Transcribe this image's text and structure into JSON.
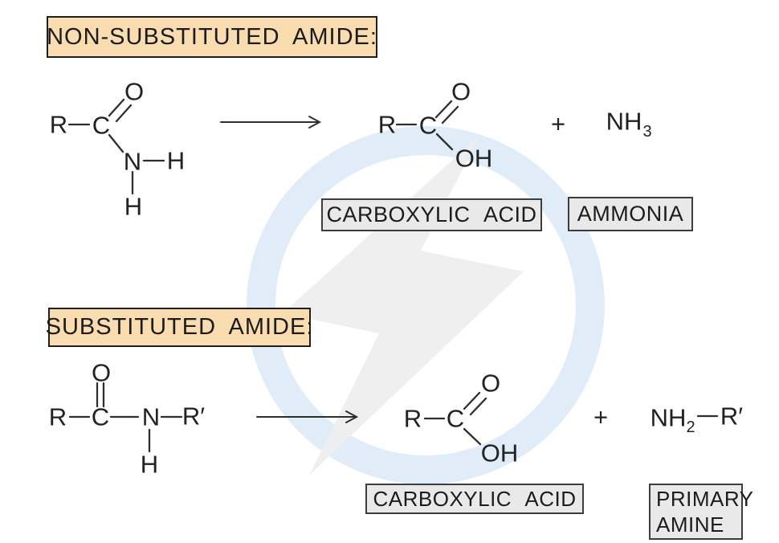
{
  "colors": {
    "title_box_bg": "#f9dcb0",
    "label_box_bg": "#e9e9e9",
    "ink": "#222222",
    "watermark_blue": "#e0edf9",
    "watermark_gray": "#eeeeee"
  },
  "reaction1": {
    "title": "NON-SUBSTITUTED AMIDE:",
    "reactant": {
      "r": "R",
      "c": "C",
      "o": "O",
      "n": "N",
      "h_right": "H",
      "h_down": "H"
    },
    "product": {
      "r": "R",
      "c": "C",
      "o": "O",
      "oh": "OH"
    },
    "plus": "+",
    "ammonia": {
      "base": "NH",
      "sub": "3"
    },
    "labels": {
      "product": "CARBOXYLIC ACID",
      "byproduct": "AMMONIA"
    }
  },
  "reaction2": {
    "title": "SUBSTITUTED AMIDE:",
    "reactant": {
      "o": "O",
      "r": "R",
      "c": "C",
      "n": "N",
      "r_prime": "R′",
      "h_down": "H"
    },
    "product": {
      "r": "R",
      "c": "C",
      "o": "O",
      "oh": "OH"
    },
    "plus": "+",
    "amine": {
      "base": "NH",
      "sub": "2",
      "r_prime": "R′"
    },
    "labels": {
      "product": "CARBOXYLIC ACID",
      "byproduct_line1": "PRIMARY",
      "byproduct_line2": "AMINE"
    }
  }
}
